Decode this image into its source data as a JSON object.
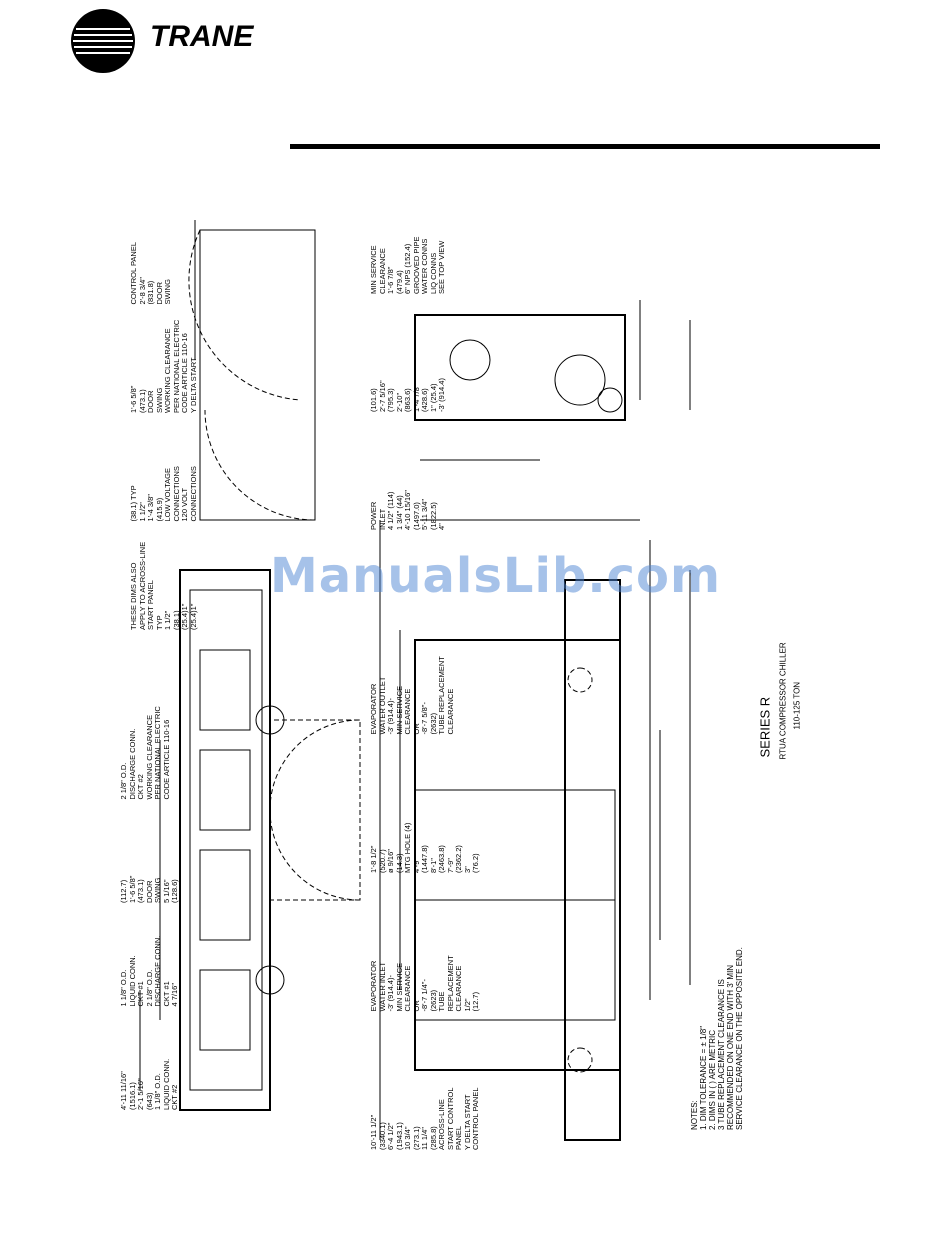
{
  "header": {
    "brand": "TRANE"
  },
  "watermark": "ManualsLib.com",
  "title": {
    "series": "SERIES R",
    "model": "RTUA COMPRESSOR CHILLER",
    "tonnage": "110-125 TON"
  },
  "notes": {
    "heading": "NOTES:",
    "items": [
      "1. DIM TOLERANCE = ± 1/8\"",
      "2. DIMS IN ( ) ARE METRIC",
      "3 TUBE REPLACEMENT CLEARANCE IS",
      "RECOMMENDED ON ONE END WITH 3' MIN",
      "SERVICE CLEARANCE ON THE OPPOSITE END."
    ]
  },
  "top_view": {
    "labels": [
      "4'-11 11/16\"",
      "(1516.1)",
      "2'-1 5/16\"",
      "(643)",
      "1 1/8\" O.D.",
      "LIQUID CONN.",
      "CKT #2",
      "1 1/8\" O.D.",
      "LIQUID CONN.",
      "CKT #1",
      "2 1/8\" O.D.",
      "DISCHARGE CONN.",
      "CKT #1",
      "4 7/16\"",
      "(112.7)",
      "1'-6 5/8\"",
      "(473.1)",
      "DOOR",
      "SWING",
      "5 1/16\"",
      "(128.6)",
      "2 1/8\" O.D.",
      "DISCHARGE CONN.",
      "CKT #2",
      "WORKING CLEARANCE",
      "PER NATIONAL ELECTRIC",
      "CODE ARTICLE 110-16"
    ]
  },
  "front_view": {
    "labels": [
      "10'-11 1/2\"",
      "(3340.1)",
      "6'-4 1/2\"",
      "(1943.1)",
      "10 3/4\"",
      "(273.1)",
      "11 1/4\"",
      "(285.8)",
      "ACROSS-LINE",
      "START CONTROL",
      "PANEL",
      "Y DELTA START",
      "CONTROL PANEL",
      "EVAPORATOR",
      "WATER INLET",
      "-3' (914.4)-",
      "MIN SERVICE",
      "CLEARANCE",
      "OR",
      "-8'-7 1/4\"-",
      "(2623)",
      "TUBE",
      "REPLACEMENT",
      "CLEARANCE",
      "1/2\"",
      "(12.7)",
      "1'-8 1/2\"",
      "(520.7)",
      "ø 9/16\"",
      "(14.3)",
      "MTG HOLE (4)",
      "4'-9\"",
      "(1447.8)",
      "8'-1\"",
      "(2463.8)",
      "7'-9\"",
      "(2362.2)",
      "3\"",
      "(76.2)",
      "EVAPORATOR",
      "WATER OUTLET",
      "-3' (914.4)-",
      "MIN SERVICE",
      "CLEARANCE",
      "OR",
      "-8'-7 5/8\"-",
      "(2632)",
      "TUBE REPLACEMENT",
      "CLEARANCE"
    ]
  },
  "panel_detail": {
    "labels": [
      "THESE DIMS ALSO",
      "APPLY TO ACROSS-LINE",
      "START PANEL",
      "TYP",
      "1 1/2\"",
      "(38.1)",
      "(25.4)1\"",
      "(25.4)1\"",
      "(38.1) TYP",
      "1 1/2\"",
      "1'-4 3/8\"",
      "(415.9)",
      "LOW VOLTAGE",
      "CONNECTIONS",
      "120 VOLT",
      "CONNECTIONS",
      "1'-6 5/8\"",
      "(473.1)",
      "DOOR",
      "SWING",
      "WORKING CLEARANCE",
      "PER NATIONAL ELECTRIC",
      "CODE ARTICLE 110-16",
      "Y DELTA START",
      "CONTROL PANEL",
      "2'-8 3/4\"",
      "(831.8)",
      "DOOR",
      "SWING"
    ]
  },
  "end_view": {
    "labels": [
      "POWER",
      "INLET",
      "4 1/2\" (114)",
      "1 3/4\" (44)",
      "4'-10 15/16\"",
      "(1497.0)",
      "5'-11 3/4\"",
      "(1822.5)",
      "4\"",
      "(101.6)",
      "2'-7 5/16\"",
      "(795.3)",
      "2'-10\"",
      "(863.6)",
      "1'-4 7/8\"",
      "(428.6)",
      "1\" (25.4)",
      "-3' (914.4)",
      "MIN SERVICE",
      "CLEARANCE",
      "1'-6 7/8\"",
      "(479.4)",
      "6\" NPS (152.4)",
      "GROOVED PIPE",
      "WATER CONNS",
      "LIQ CONNS",
      "SEE TOP VIEW"
    ]
  }
}
